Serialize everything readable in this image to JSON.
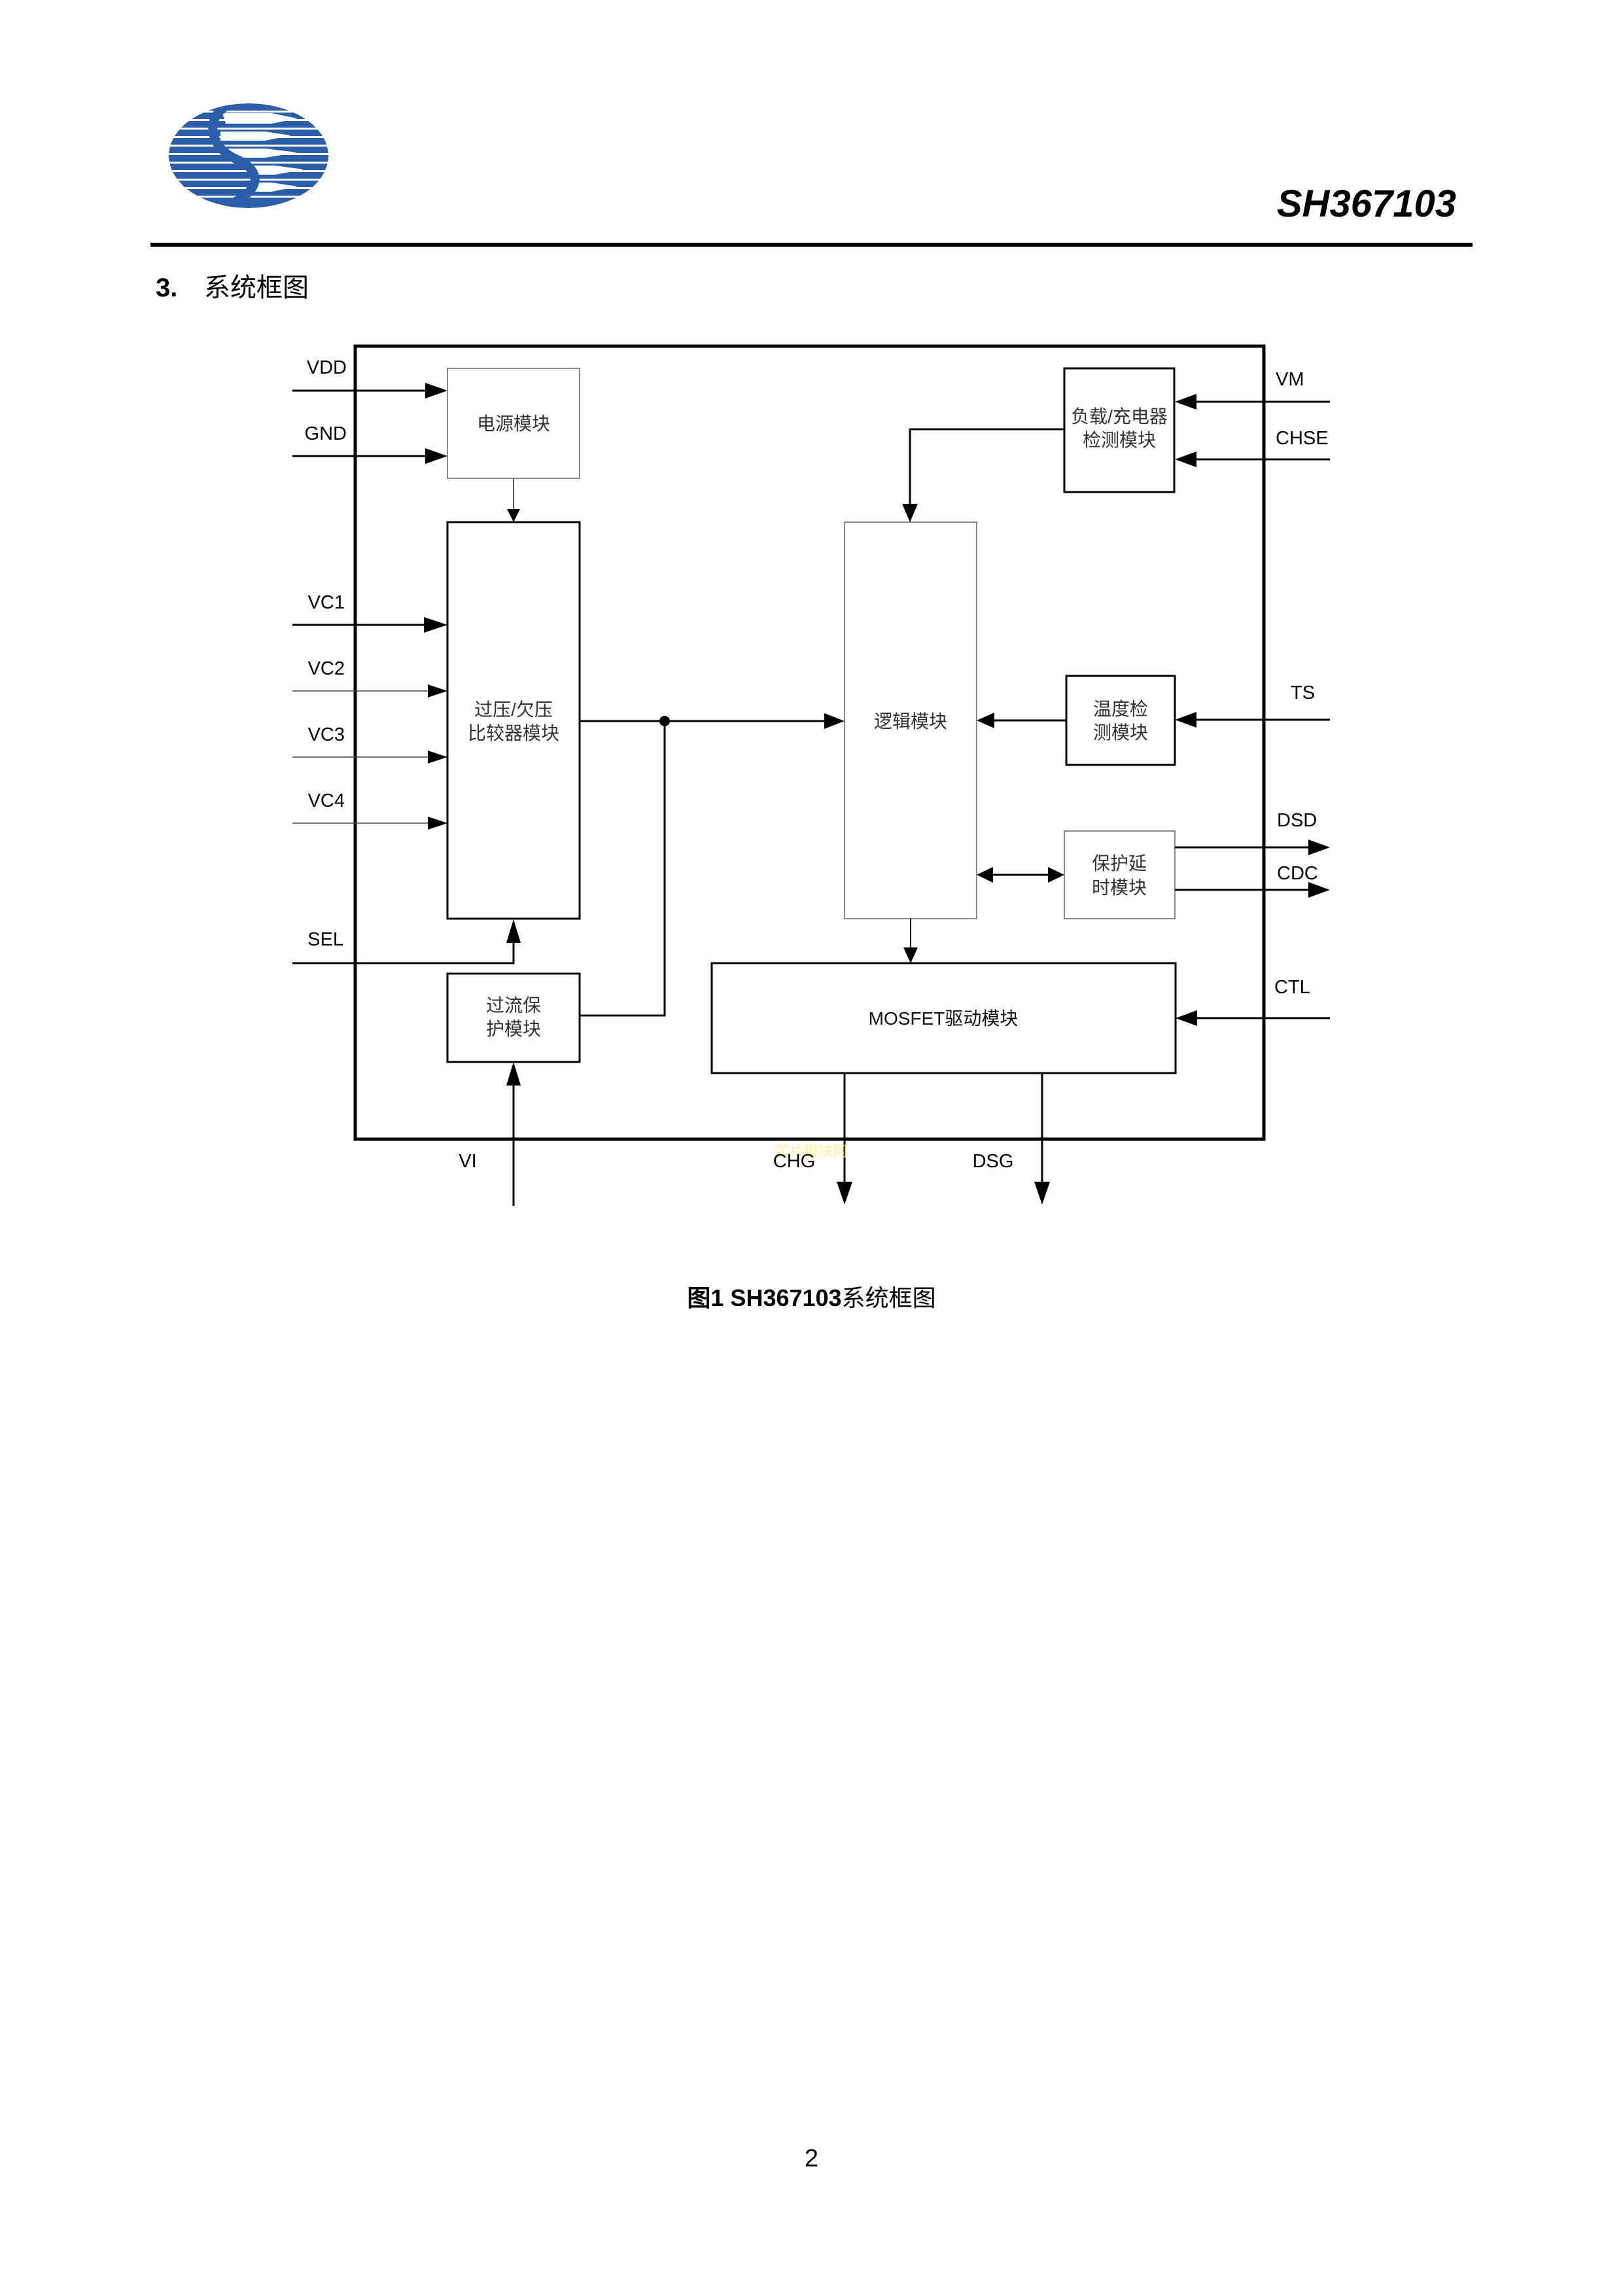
{
  "header": {
    "logo": "company-logo-globe-s",
    "doc_title": "SH367103",
    "brand_color": "#2a5ea8"
  },
  "section": {
    "number": "3.",
    "title": "系统框图"
  },
  "diagram": {
    "blocks": {
      "power": "电源模块",
      "comparator_line1": "过压/欠压",
      "comparator_line2": "比较器模块",
      "overcurrent_line1": "过流保",
      "overcurrent_line2": "护模块",
      "logic": "逻辑模块",
      "load_detect_line1": "负载/充电器",
      "load_detect_line2": "检测模块",
      "temp_detect_line1": "温度检",
      "temp_detect_line2": "测模块",
      "delay_line1": "保护延",
      "delay_line2": "时模块",
      "mosfet_driver": "MOSFET驱动模块"
    },
    "pins": {
      "vdd": "VDD",
      "gnd": "GND",
      "vc1": "VC1",
      "vc2": "VC2",
      "vc3": "VC3",
      "vc4": "VC4",
      "sel": "SEL",
      "vi": "VI",
      "chg": "CHG",
      "dsg": "DSG",
      "vm": "VM",
      "chse": "CHSE",
      "ts": "TS",
      "dsd": "DSD",
      "cdc": "CDC",
      "ctl": "CTL"
    },
    "watermark": "芯片模块网"
  },
  "caption": {
    "prefix": "图1 SH367103",
    "suffix": "系统框图"
  },
  "footer": {
    "page_number": "2"
  }
}
